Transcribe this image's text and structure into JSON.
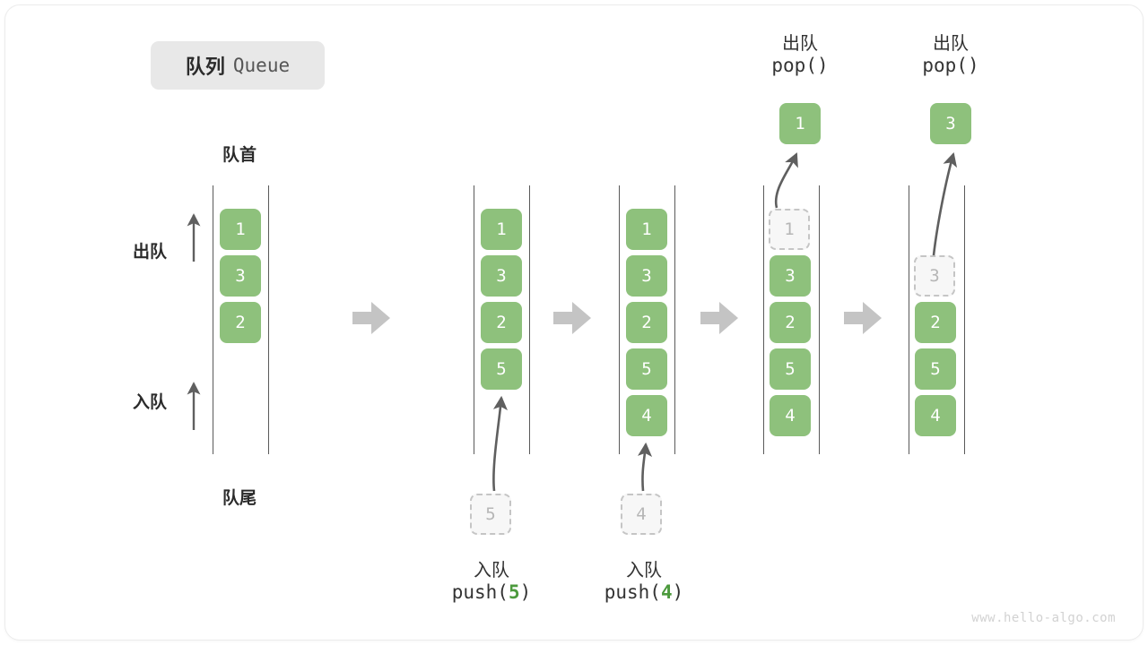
{
  "title": {
    "cn": "队列",
    "en": "Queue"
  },
  "labels": {
    "head": "队首",
    "tail": "队尾",
    "dequeue": "出队",
    "enqueue": "入队"
  },
  "watermark": "www.hello-algo.com",
  "colors": {
    "box_fill": "#8ec17c",
    "box_text": "#ffffff",
    "ghost_fill": "#f7f7f7",
    "ghost_border": "#c5c5c5",
    "ghost_text": "#b6b6b6",
    "rail": "#5a5a5a",
    "arrow": "#5f5f5f",
    "step_arrow": "#c4c4c4",
    "accent_number": "#4c9a3d",
    "badge_bg": "#e8e8e8"
  },
  "columns": [
    {
      "id": "initial",
      "slots": [
        {
          "value": "1",
          "state": "filled"
        },
        {
          "value": "3",
          "state": "filled"
        },
        {
          "value": "2",
          "state": "filled"
        }
      ],
      "side_arrows": [
        "出队",
        "入队"
      ]
    },
    {
      "id": "after-push-5",
      "slots": [
        {
          "value": "1",
          "state": "filled"
        },
        {
          "value": "3",
          "state": "filled"
        },
        {
          "value": "2",
          "state": "filled"
        },
        {
          "value": "5",
          "state": "filled"
        }
      ],
      "incoming": {
        "value": "5",
        "state": "ghost"
      },
      "caption_cn": "入队",
      "caption_code": "push(",
      "caption_num": "5",
      "caption_code_end": ")"
    },
    {
      "id": "after-push-4",
      "slots": [
        {
          "value": "1",
          "state": "filled"
        },
        {
          "value": "3",
          "state": "filled"
        },
        {
          "value": "2",
          "state": "filled"
        },
        {
          "value": "5",
          "state": "filled"
        },
        {
          "value": "4",
          "state": "filled"
        }
      ],
      "incoming": {
        "value": "4",
        "state": "ghost"
      },
      "caption_cn": "入队",
      "caption_code": "push(",
      "caption_num": "4",
      "caption_code_end": ")"
    },
    {
      "id": "after-pop-1",
      "slots": [
        {
          "value": "1",
          "state": "ghost"
        },
        {
          "value": "3",
          "state": "filled"
        },
        {
          "value": "2",
          "state": "filled"
        },
        {
          "value": "5",
          "state": "filled"
        },
        {
          "value": "4",
          "state": "filled"
        }
      ],
      "popped": {
        "value": "1",
        "state": "filled"
      },
      "caption_cn": "出队",
      "caption_code": "pop()"
    },
    {
      "id": "after-pop-3",
      "slots": [
        {
          "value": "",
          "state": "empty"
        },
        {
          "value": "3",
          "state": "ghost"
        },
        {
          "value": "2",
          "state": "filled"
        },
        {
          "value": "5",
          "state": "filled"
        },
        {
          "value": "4",
          "state": "filled"
        }
      ],
      "popped": {
        "value": "3",
        "state": "filled"
      },
      "caption_cn": "出队",
      "caption_code": "pop()"
    }
  ],
  "step_arrows": 4
}
